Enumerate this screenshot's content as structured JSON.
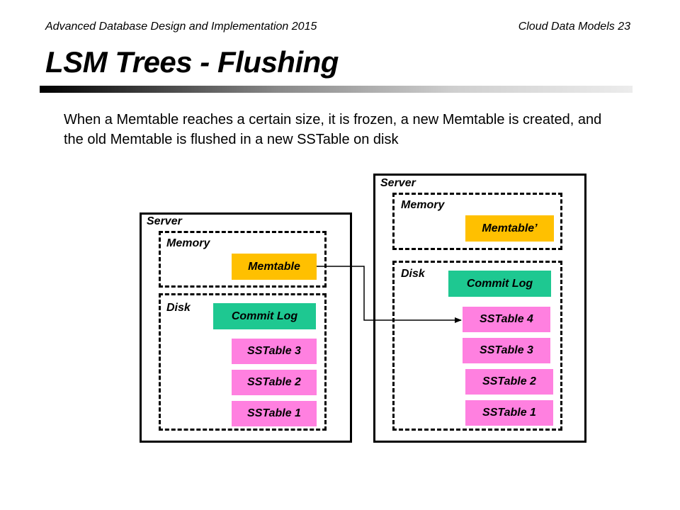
{
  "header": {
    "course": "Advanced Database Design and Implementation 2015",
    "slide_ref": "Cloud Data Models 23"
  },
  "title": "LSM Trees - Flushing",
  "intro": "When a Memtable reaches a certain size, it is frozen, a new Memtable is created, and the old Memtable is flushed in a new SSTable on disk",
  "left_server": {
    "label": "Server",
    "memory_label": "Memory",
    "memtable": "Memtable",
    "disk_label": "Disk",
    "commit_log": "Commit Log",
    "sstables": [
      "SSTable 3",
      "SSTable 2",
      "SSTable 1"
    ]
  },
  "right_server": {
    "label": "Server",
    "memory_label": "Memory",
    "memtable": "Memtable’",
    "disk_label": "Disk",
    "commit_log": "Commit Log",
    "sstables": [
      "SSTable 4",
      "SSTable 3",
      "SSTable 2",
      "SSTable 1"
    ]
  },
  "colors": {
    "memtable": "#ffc000",
    "commit_log": "#1ec891",
    "sstable": "#ff80e0"
  }
}
